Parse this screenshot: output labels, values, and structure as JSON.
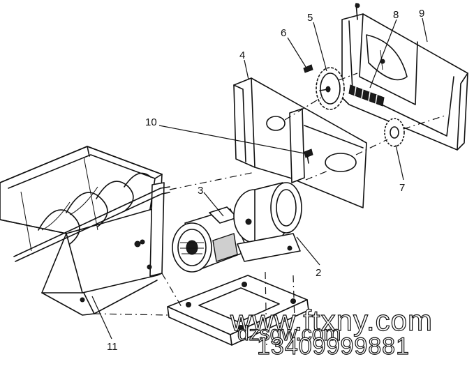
{
  "callouts": [
    {
      "id": "c1",
      "label": "2"
    },
    {
      "id": "c2",
      "label": "3"
    },
    {
      "id": "c3",
      "label": "4"
    },
    {
      "id": "c4",
      "label": "5"
    },
    {
      "id": "c5",
      "label": "6"
    },
    {
      "id": "c6",
      "label": "7"
    },
    {
      "id": "c7",
      "label": "8"
    },
    {
      "id": "c8",
      "label": "9"
    },
    {
      "id": "c9",
      "label": "10"
    },
    {
      "id": "c10",
      "label": "11"
    }
  ],
  "watermark": {
    "url": "www.ftxny.com",
    "domain": "dzsgw.com",
    "phone": "13409999881"
  }
}
